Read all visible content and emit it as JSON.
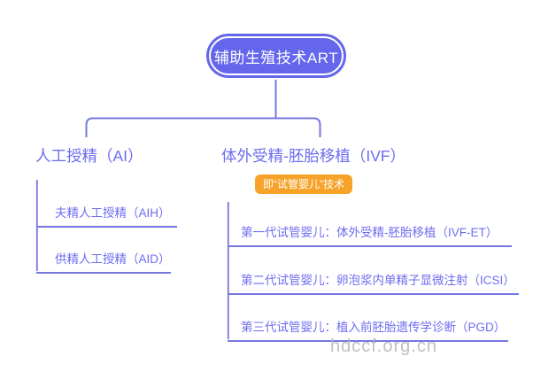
{
  "root": {
    "label": "辅助生殖技术ART"
  },
  "branch_ai": {
    "title": "人工授精（AI）",
    "items": [
      {
        "label": "夫精人工授精（AIH）"
      },
      {
        "label": "供精人工授精（AID）"
      }
    ]
  },
  "branch_ivf": {
    "title": "体外受精-胚胎移植（IVF）",
    "badge": "即“试管婴儿”技术",
    "items": [
      {
        "label": "第一代试管婴儿：体外受精-胚胎移植（IVF-ET）"
      },
      {
        "label": "第二代试管婴儿：卵泡浆内单精子显微注射（ICSI）"
      },
      {
        "label": "第三代试管婴儿：植入前胚胎遗传学诊断（PGD）"
      }
    ]
  },
  "watermark": "hdccf.org.cn",
  "colors": {
    "node_bg": "#6466ec",
    "node_text": "#ffffff",
    "branch_text": "#6e6cf0",
    "line": "#7577e2",
    "badge_bg": "#f7a329",
    "badge_text": "#ffffff",
    "watermark": "#b4b4bc"
  }
}
